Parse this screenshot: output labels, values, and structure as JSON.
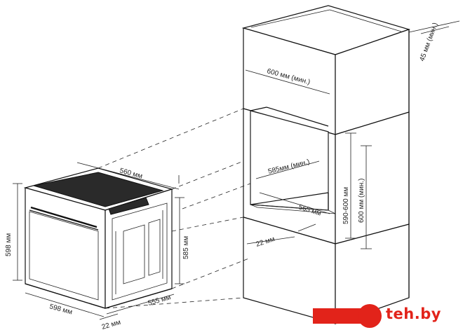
{
  "dimensions": {
    "d_45_min": "45 мм (мин.)",
    "d_600_min": "600 мм (мин.)",
    "d_585_min": "585мм (мин.)",
    "d_590_600": "590-600 мм",
    "d_600_min_v": "600 мм (мин.)",
    "d_565": "565 мм",
    "d_22_cab": "22 мм",
    "d_560": "560 мм",
    "d_585": "585 мм",
    "d_598_h": "598 мм",
    "d_598_w": "598 мм",
    "d_555": "555 мм",
    "d_22_oven": "22 мм"
  },
  "watermark": {
    "text": "teh.by",
    "color": "#e2231a"
  }
}
